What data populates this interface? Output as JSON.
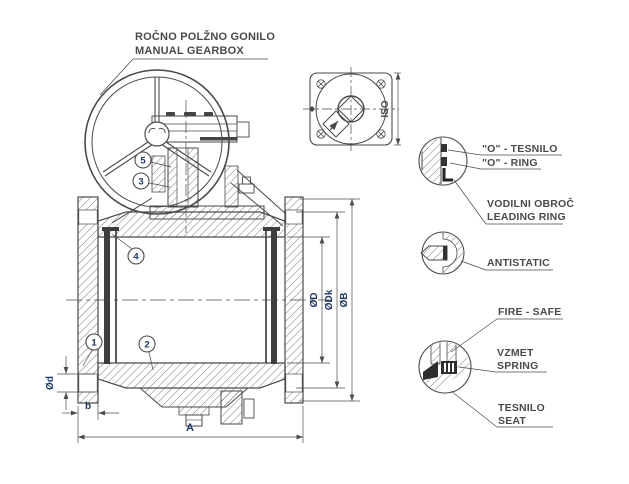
{
  "title_note": {
    "line1": "ROČNO POLŽNO GONILO",
    "line2": "MANUAL GEARBOX"
  },
  "top_view": {
    "label": "ISO"
  },
  "balloons": {
    "b1": "1",
    "b2": "2",
    "b3": "3",
    "b4": "4",
    "b5": "5"
  },
  "dimensions": {
    "face_to_face": "A",
    "flange_thickness": "b",
    "hole_dia": "Ød",
    "bore_dia": "ØD",
    "bolt_circle_dia": "ØDk",
    "flange_dia": "ØB"
  },
  "callouts": {
    "oring_sl": "\"O\" - TESNILO",
    "oring_en": "\"O\" - RING",
    "leading_ring_sl": "VODILNI OBROČ",
    "leading_ring_en": "LEADING RING",
    "antistatic": "ANTISTATIC",
    "fire_safe": "FIRE - SAFE",
    "spring_sl": "VZMET",
    "spring_en": "SPRING",
    "seat_sl": "TESNILO",
    "seat_en": "SEAT"
  },
  "colors": {
    "line": "#4a4a4a",
    "dim_text": "#1f3864",
    "dark_fill": "#333333",
    "background": "#ffffff"
  }
}
